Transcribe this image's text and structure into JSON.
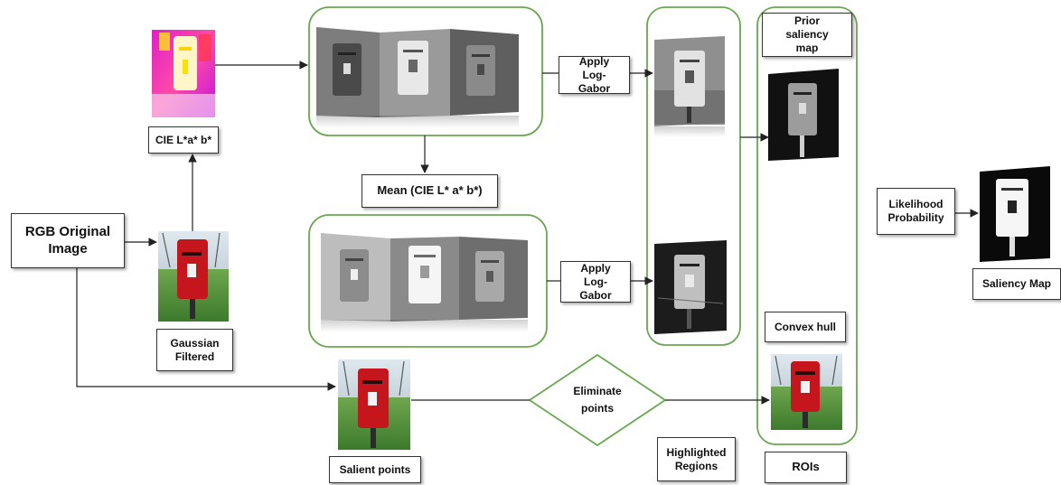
{
  "diagram": {
    "colors": {
      "container_border": "#6aa84f",
      "arrow": "#222222",
      "box_border": "#333333",
      "postbox_red": "#c4161c",
      "grass_green": "#4f8a3a"
    },
    "labels": {
      "cie": "CIE L*a* b*",
      "rgb_original": "RGB Original Image",
      "gaussian_filtered": "Gaussian Filtered",
      "mean": "Mean (CIE L* a* b*)",
      "apply_log_gabor_top": "Apply Log-Gabor",
      "apply_log_gabor_bottom": "Apply Log-Gabor",
      "prior_saliency_map": "Prior saliency map",
      "likelihood_probability": "Likelihood Probability",
      "saliency_map": "Saliency Map",
      "convex_hull": "Convex hull",
      "eliminate_points": "Eliminate points",
      "salient_points": "Salient points",
      "highlighted_regions": "Highlighted Regions",
      "rois": "ROIs"
    },
    "images": [
      {
        "name": "cie-lab-false-color-image",
        "icon": "postbox-false-color"
      },
      {
        "name": "gaussian-filtered-photo",
        "icon": "postbox-color-photo"
      },
      {
        "name": "salient-points-photo",
        "icon": "postbox-color-photo"
      },
      {
        "name": "roi-photo",
        "icon": "postbox-color-photo"
      },
      {
        "name": "lab-channel-images-top",
        "icon": "postbox-gray-channels"
      },
      {
        "name": "lab-channel-images-bottom",
        "icon": "postbox-gray-channels"
      },
      {
        "name": "log-gabor-result-top",
        "icon": "postbox-gray"
      },
      {
        "name": "log-gabor-result-bottom",
        "icon": "postbox-gray-dark"
      },
      {
        "name": "prior-saliency-image",
        "icon": "postbox-gray-dark"
      },
      {
        "name": "saliency-map-image",
        "icon": "postbox-saliency-white"
      }
    ]
  }
}
